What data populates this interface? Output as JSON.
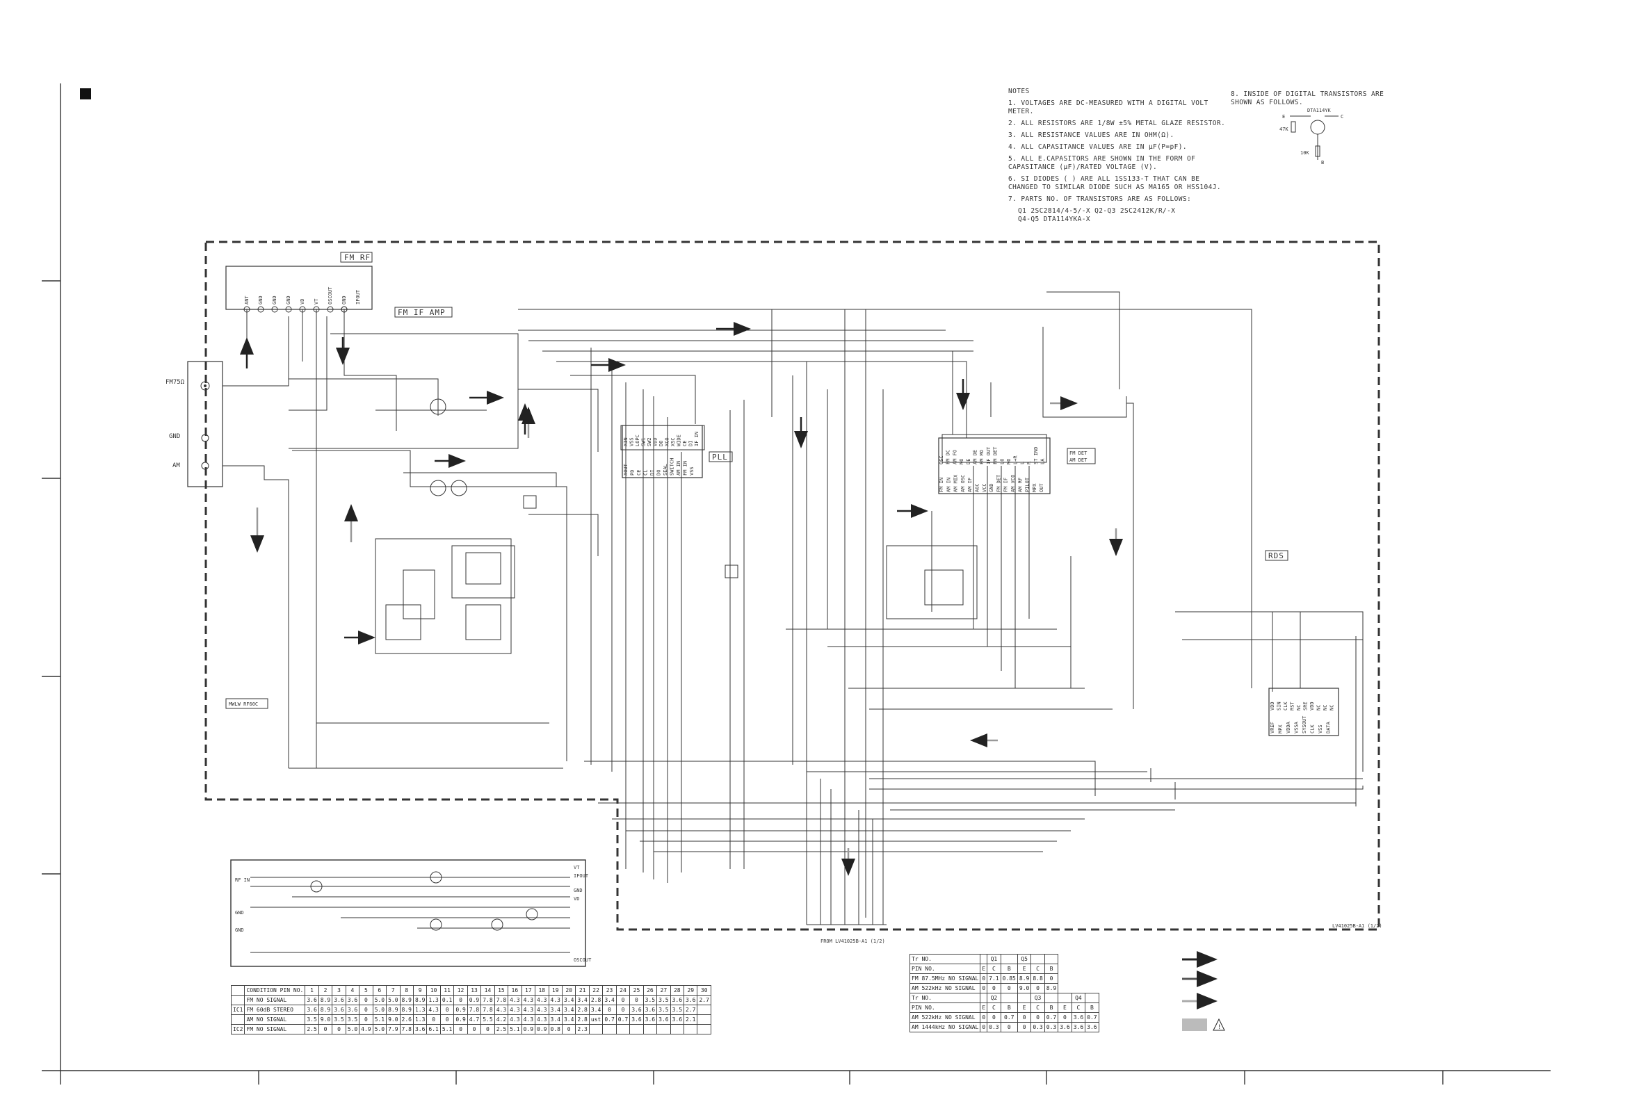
{
  "notes": {
    "heading": "NOTES",
    "items": [
      "1. VOLTAGES ARE DC-MEASURED WITH A DIGITAL VOLT METER.",
      "2. ALL RESISTORS ARE 1/8W ±5% METAL GLAZE RESISTOR.",
      "3. ALL RESISTANCE VALUES ARE IN OHM(Ω).",
      "4. ALL CAPASITANCE VALUES ARE IN μF(P=pF).",
      "5. ALL E.CAPASITORS ARE SHOWN IN THE FORM OF CAPASITANCE (μF)/RATED VOLTAGE (V).",
      "6. SI DIODES ( ) ARE ALL 1SS133-T THAT CAN BE CHANGED TO SIMILAR DIODE SUCH AS MA165 OR HSS104J.",
      "7. PARTS NO. OF TRANSISTORS ARE AS FOLLOWS:"
    ],
    "transistor_parts": [
      "Q1    2SC2814/4-5/-X    Q2-Q3    2SC2412K/R/-X",
      "Q4-Q5   DTA114YKA-X"
    ],
    "note8": "8. INSIDE OF DIGITAL TRANSISTORS ARE SHOWN AS FOLLOWS.",
    "dta_part": "DTA114YK",
    "dta_pins": [
      "E",
      "C",
      "B"
    ],
    "dta_r1": "47K",
    "dta_r2": "10K"
  },
  "blocks": {
    "fm_rf": "FM RF",
    "fm_if_amp": "FM IF AMP",
    "pll": "PLL",
    "rds": "RDS",
    "fm_det_am_det": [
      "FM DET",
      "AM DET"
    ],
    "module": "MWLW RF60C",
    "from_label": "FROM LV41025B-A1 (1/2)",
    "to_label": "LV41025B-A1 (1/2)"
  },
  "connector_labels": [
    "FM75Ω",
    "GND",
    "AM"
  ],
  "fm_rf_pins": [
    "ANT",
    "GND",
    "GND",
    "GND",
    "VD",
    "VT",
    "OSCOUT",
    "GND",
    "IFOUT"
  ],
  "pll_pins_top": [
    "XIN",
    "VSS",
    "LOPC",
    "SW1",
    "SW2",
    "VDD",
    "DO",
    "XCO",
    "XSC",
    "WIDE",
    "CE",
    "DI",
    "IF IN"
  ],
  "pll_pins_bottom": [
    "XOUT",
    "PD",
    "CE",
    "CL",
    "DI",
    "DO",
    "SEAL",
    "SWITCH",
    "AM IN",
    "FM IN",
    "VSS"
  ],
  "ic2_pins_top": [
    "VDD",
    "SIN",
    "CLK",
    "RST",
    "NC",
    "SRE",
    "VDD",
    "NC",
    "NC",
    "NC"
  ],
  "ic2_pins_bottom": [
    "VREF",
    "MPX",
    "VDDA",
    "VSSA",
    "SYSOUT",
    "CLK",
    "VSS",
    "DATA"
  ],
  "ic1_pins_top": [
    "OSC",
    "FM DC",
    "AM FO",
    "MO",
    "DE",
    "AM DE",
    "FM MO",
    "IF OUT",
    "FM DET",
    "LO",
    "MO",
    "L+R",
    "L",
    "R",
    "ST IND",
    "LA"
  ],
  "ic1_pins_bottom": [
    "FM IN",
    "AM IN",
    "AM MIX",
    "AM OSC",
    "AM IF",
    "AGC",
    "VCC",
    "GND",
    "FM DET",
    "FM IF",
    "AM VCO",
    "AM RF",
    "PILOT",
    "MPX",
    "OUT"
  ],
  "ic_table": {
    "header": [
      "",
      "CONDITION PIN NO.",
      "1",
      "2",
      "3",
      "4",
      "5",
      "6",
      "7",
      "8",
      "9",
      "10",
      "11",
      "12",
      "13",
      "14",
      "15",
      "16",
      "17",
      "18",
      "19",
      "20",
      "21",
      "22",
      "23",
      "24",
      "25",
      "26",
      "27",
      "28",
      "29",
      "30"
    ],
    "rows": [
      [
        "",
        "FM NO SIGNAL",
        "3.6",
        "8.9",
        "3.6",
        "3.6",
        "0",
        "5.0",
        "5.0",
        "8.9",
        "8.9",
        "1.3",
        "0.1",
        "0",
        "0.9",
        "7.8",
        "7.8",
        "4.3",
        "4.3",
        "4.3",
        "4.3",
        "3.4",
        "3.4",
        "2.8",
        "3.4",
        "0",
        "0",
        "3.5",
        "3.5",
        "3.6",
        "3.6",
        "2.7"
      ],
      [
        "IC1",
        "FM 60dB STEREO",
        "3.6",
        "8.9",
        "3.6",
        "3.6",
        "0",
        "5.0",
        "8.9",
        "8.9",
        "1.3",
        "4.3",
        "0",
        "0.9",
        "7.8",
        "7.8",
        "4.3",
        "4.3",
        "4.3",
        "4.3",
        "3.4",
        "3.4",
        "2.8",
        "3.4",
        "0",
        "0",
        "3.6",
        "3.6",
        "3.5",
        "3.5",
        "2.7",
        ""
      ],
      [
        "",
        "AM NO SIGNAL",
        "3.5",
        "9.0",
        "3.5",
        "3.5",
        "0",
        "5.1",
        "9.0",
        "2.6",
        "1.3",
        "0",
        "0",
        "0.9",
        "4.7",
        "5.5",
        "4.2",
        "4.3",
        "4.3",
        "4.3",
        "3.4",
        "3.4",
        "2.8",
        "ust",
        "0.7",
        "0.7",
        "3.6",
        "3.6",
        "3.6",
        "3.6",
        "2.1",
        ""
      ],
      [
        "IC2",
        "FM NO SIGNAL",
        "2.5",
        "0",
        "0",
        "5.0",
        "4.9",
        "5.0",
        "7.9",
        "7.8",
        "3.6",
        "6.1",
        "5.1",
        "0",
        "0",
        "0",
        "2.5",
        "5.1",
        "0.9",
        "0.9",
        "0.8",
        "0",
        "2.3",
        "",
        "",
        "",
        "",
        "",
        "",
        "",
        "",
        ""
      ]
    ]
  },
  "tr_table": {
    "rows": [
      [
        "Tr NO.",
        "",
        "Q1",
        "",
        "Q5",
        "",
        ""
      ],
      [
        "PIN NO.",
        "E",
        "C",
        "B",
        "E",
        "C",
        "B"
      ],
      [
        "FM 87.5MHz NO SIGNAL",
        "0",
        "7.1",
        "0.85",
        "8.9",
        "8.8",
        "0"
      ],
      [
        "AM 522kHz NO SIGNAL",
        "0",
        "0",
        "0",
        "9.0",
        "0",
        "8.9"
      ]
    ],
    "rows2": [
      [
        "Tr NO.",
        "",
        "Q2",
        "",
        "",
        "Q3",
        "",
        "",
        "Q4",
        ""
      ],
      [
        "PIN NO.",
        "E",
        "C",
        "B",
        "E",
        "C",
        "B",
        "E",
        "C",
        "B"
      ],
      [
        "AM 522kHz NO SIGNAL",
        "0",
        "0",
        "0.7",
        "0",
        "0",
        "0.7",
        "0",
        "3.6",
        "0.7"
      ],
      [
        "AM 1444kHz NO SIGNAL",
        "0",
        "0.3",
        "0",
        "0",
        "0.3",
        "0.3",
        "3.6",
        "3.6",
        "3.6"
      ]
    ]
  },
  "inset_labels": [
    "RF IN",
    "GND",
    "GND",
    "VT",
    "IFOUT",
    "GND",
    "VD",
    "OSCOUT"
  ]
}
